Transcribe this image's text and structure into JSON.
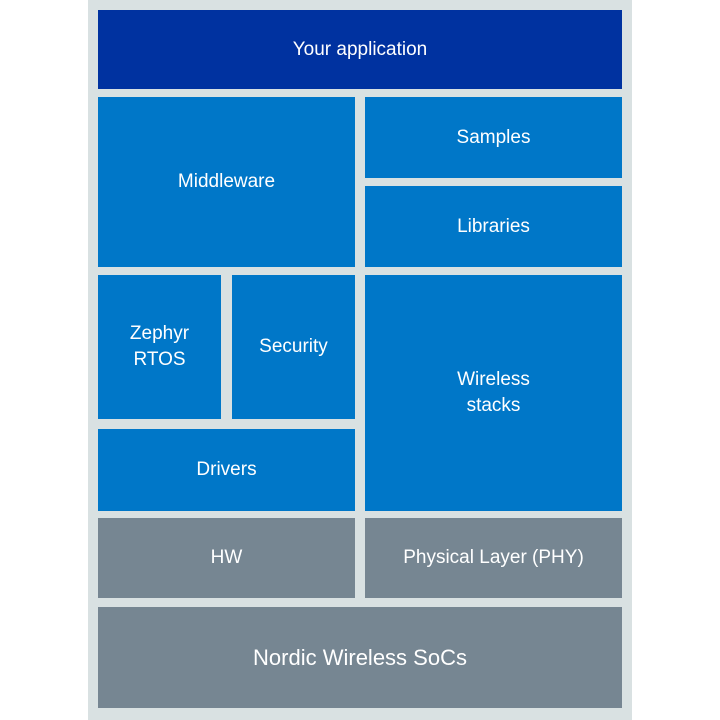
{
  "colors": {
    "page_bg": "#FFFFFF",
    "panel_bg": "#D9E1E2",
    "dark_blue": "#0032A0",
    "blue": "#0077C8",
    "gray": "#768692",
    "text": "#FFFFFF"
  },
  "blocks": {
    "application": {
      "label": "Your application"
    },
    "middleware": {
      "label": "Middleware"
    },
    "samples": {
      "label": "Samples"
    },
    "libraries": {
      "label": "Libraries"
    },
    "zephyr_rtos": {
      "label": "Zephyr\nRTOS"
    },
    "security": {
      "label": "Security"
    },
    "wireless_stacks": {
      "label": "Wireless\nstacks"
    },
    "drivers": {
      "label": "Drivers"
    },
    "hw": {
      "label": "HW"
    },
    "phy": {
      "label": "Physical Layer (PHY)"
    },
    "soc": {
      "label": "Nordic Wireless SoCs"
    }
  }
}
